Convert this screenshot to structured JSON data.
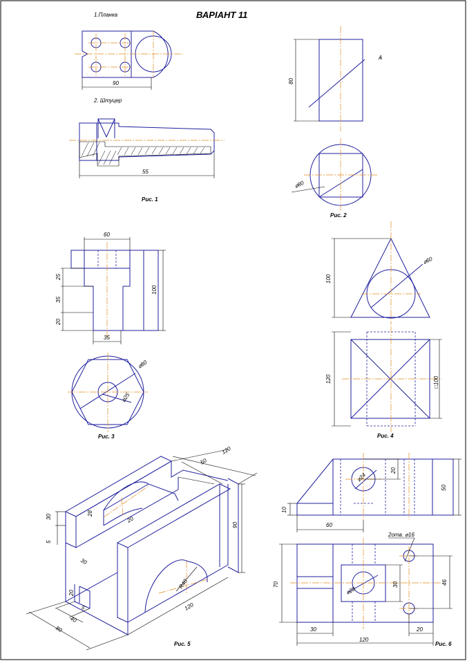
{
  "header": {
    "variant": "ВАРІАНТ  11"
  },
  "fig1": {
    "caption": "Рис. 1",
    "part1_label": "1.Планка",
    "part2_label": "2. Штуцер",
    "dim_plate_width": "90",
    "dim_fitting_length": "55"
  },
  "fig2": {
    "caption": "Рис. 2",
    "dim_height": "80",
    "dim_diameter": "⌀80",
    "mark": "Ѧ"
  },
  "fig3": {
    "caption": "Рис. 3",
    "dim_top": "60",
    "dim_25": "25",
    "dim_35_left": "35",
    "dim_20": "20",
    "dim_100": "100",
    "dim_35_bottom": "35",
    "dim_circle": "⌀80",
    "dim_hole": "⌀25"
  },
  "fig4": {
    "caption": "Рис. 4",
    "dim_100_v": "100",
    "dim_circle": "⌀60",
    "dim_120": "120",
    "dim_square": "□100"
  },
  "fig5": {
    "caption": "Рис. 5",
    "dim_top": "120",
    "dim_50": "50",
    "dim_28": "28",
    "dim_20_mid": "20",
    "dim_30": "30",
    "dim_5": "5",
    "dim_30_b": "30",
    "dim_90": "90",
    "dim_r40": "R40",
    "dim_20_side": "20",
    "dim_5_side": "5",
    "dim_40": "40",
    "dim_80": "80",
    "dim_120_bottom": "120"
  },
  "fig6": {
    "caption": "Рис. 6",
    "dim_hole": "⌀24",
    "dim_20_top": "20",
    "dim_50": "50",
    "dim_10": "10",
    "dim_60": "60",
    "dim_2holes": "2отв. ⌀16",
    "dim_70": "70",
    "dim_30_v": "30",
    "dim_46": "46",
    "dim_hole2": "⌀28",
    "dim_30_h": "30",
    "dim_20_h": "20",
    "dim_120": "120"
  }
}
